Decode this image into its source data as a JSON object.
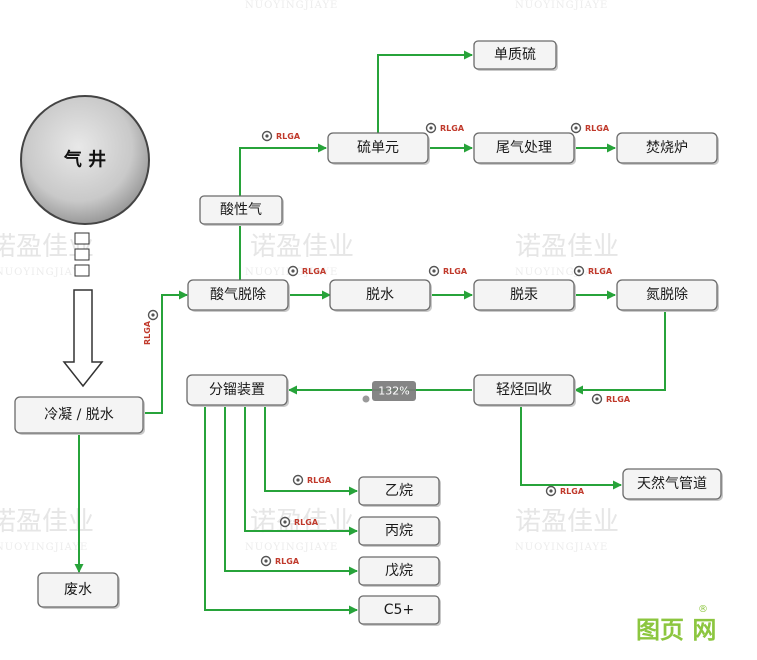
{
  "watermark": {
    "text": "诺盈佳业",
    "subtext": "NUOYINGJIAYE"
  },
  "well": {
    "label": "气 井"
  },
  "nodes": {
    "condense": "冷凝 / 脱水",
    "wastewater": "废水",
    "acid_removal": "酸气脱除",
    "acid_gas": "酸性气",
    "sulfur_unit": "硫单元",
    "elemental_sulfur": "单质硫",
    "tail_gas": "尾气处理",
    "incinerator": "焚烧炉",
    "dehydration": "脱水",
    "mercury_removal": "脱汞",
    "nitrogen_removal": "氮脱除",
    "light_hc_recovery": "轻烃回收",
    "pipeline": "天然气管道",
    "fractionation": "分镏装置",
    "ethane": "乙烷",
    "propane": "丙烷",
    "pentane": "戊烷",
    "c5plus": "C5+"
  },
  "rlga_label": "RLGA",
  "progress_badge": "132%",
  "logo": {
    "text": "图页 网",
    "mark": "®"
  },
  "colors": {
    "flow": "#27a33a",
    "rlga": "#c0392b",
    "logo": "#8cc63f"
  }
}
